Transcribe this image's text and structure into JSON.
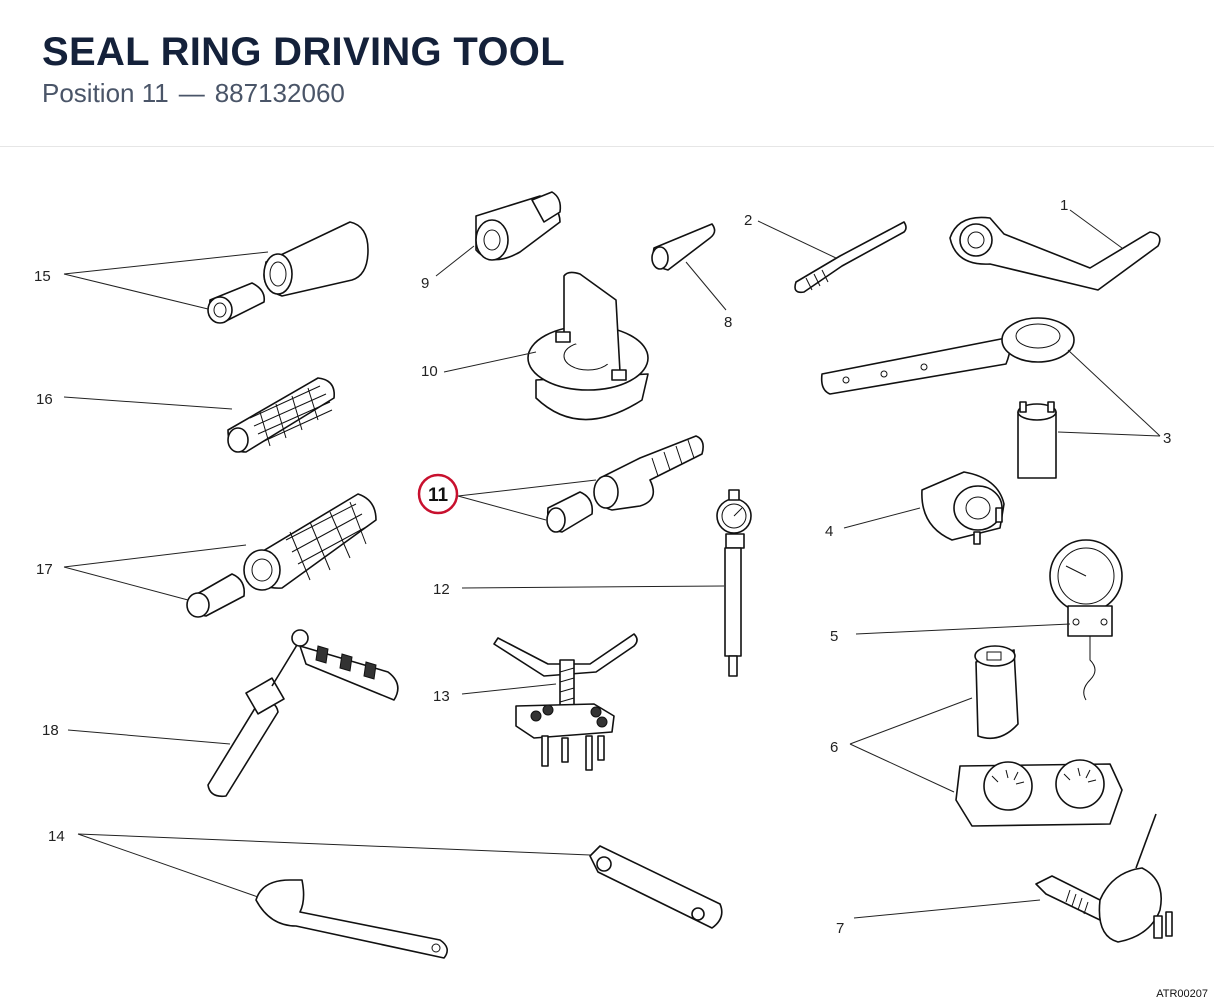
{
  "header": {
    "title": "SEAL RING DRIVING TOOL",
    "position_label": "Position 11",
    "separator": "—",
    "part_number": "887132060"
  },
  "callouts": {
    "c1": "1",
    "c2": "2",
    "c3": "3",
    "c4": "4",
    "c5": "5",
    "c6": "6",
    "c7": "7",
    "c8": "8",
    "c9": "9",
    "c10": "10",
    "c11": "11",
    "c12": "12",
    "c13": "13",
    "c14": "14",
    "c15": "15",
    "c16": "16",
    "c17": "17",
    "c18": "18"
  },
  "highlight": {
    "position": "11",
    "color": "#c8102e"
  },
  "footer": {
    "code": "ATR00207"
  }
}
